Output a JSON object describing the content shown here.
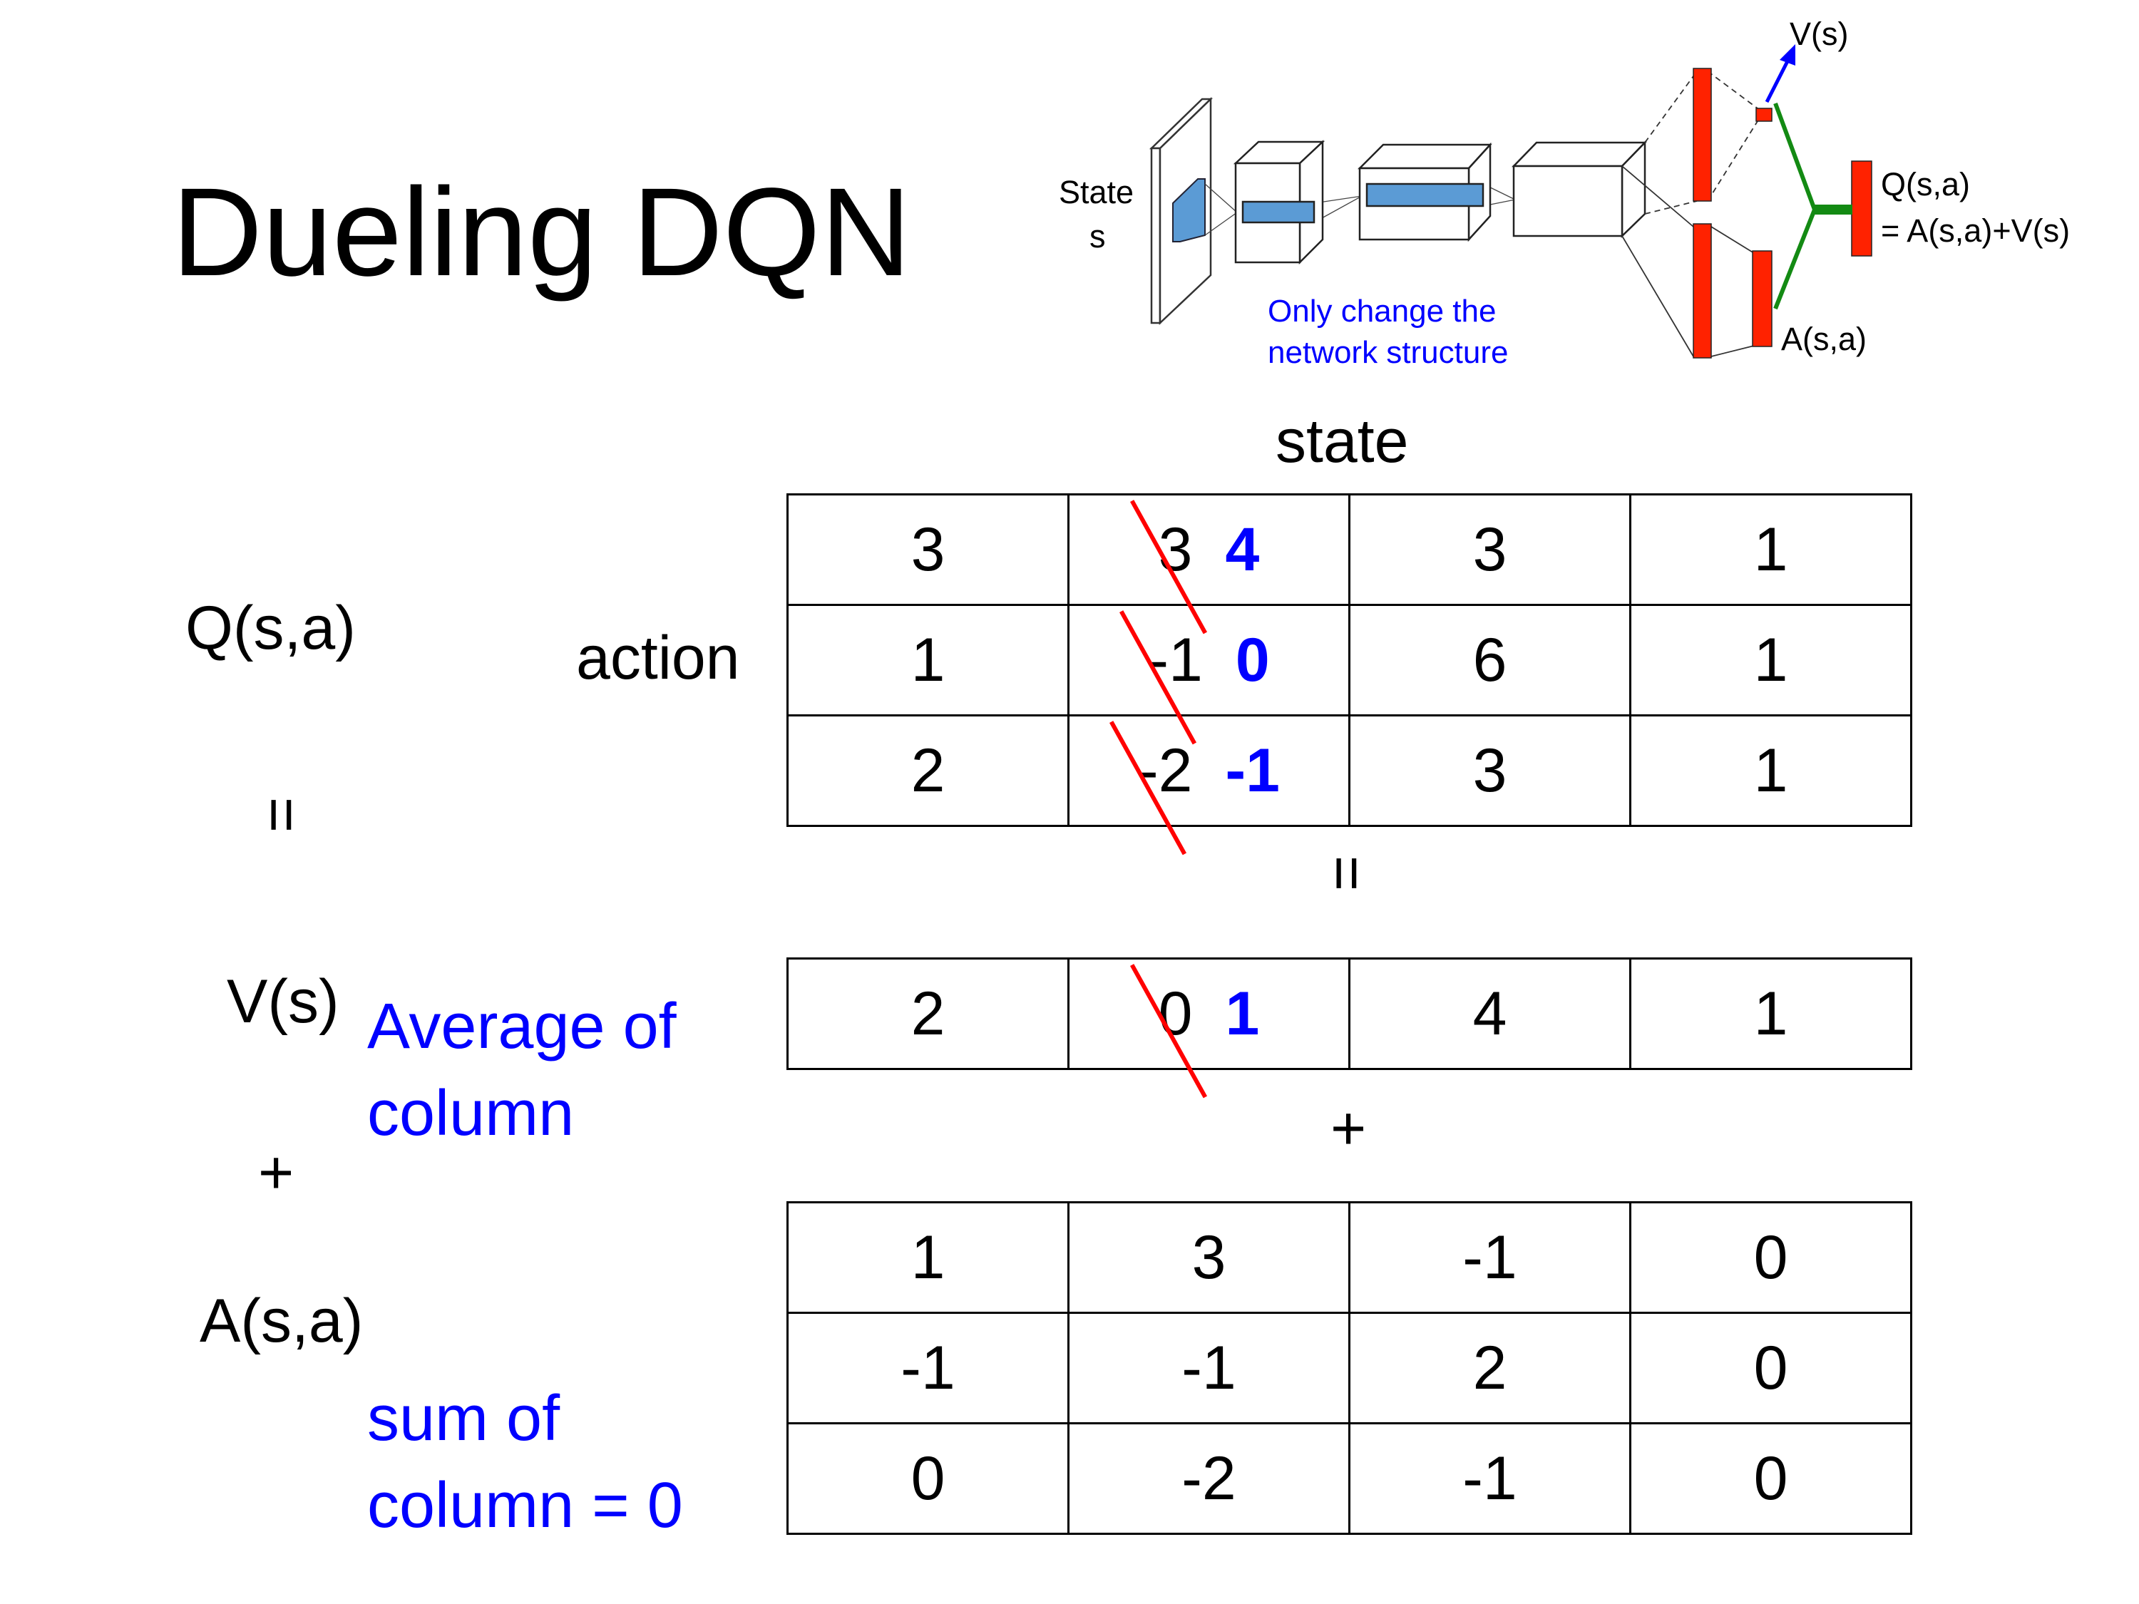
{
  "title": "Dueling DQN",
  "diagram": {
    "state_label": "State",
    "state_symbol": "s",
    "note_line1": "Only change the",
    "note_line2": "network structure",
    "v_label": "V(s)",
    "q_label": "Q(s,a)",
    "q_formula": "= A(s,a)+V(s)",
    "a_label": "A(s,a)",
    "colors": {
      "layer_blue": "#5b9bd5",
      "stream_red": "#ff2200",
      "value_arrow": "#0000ff",
      "aggregator_green": "#138a13"
    }
  },
  "labels": {
    "q": "Q(s,a)",
    "equals": "=",
    "v": "V(s)",
    "plus": "+",
    "a": "A(s,a)",
    "action": "action",
    "state": "state",
    "avg_line1": "Average of",
    "avg_line2": "column",
    "sum_line1": "sum of",
    "sum_line2": "column = 0",
    "mid_equals": "=",
    "mid_plus": "+"
  },
  "tables": {
    "q": [
      [
        {
          "v": "3"
        },
        {
          "old": "3",
          "new": "4"
        },
        {
          "v": "3"
        },
        {
          "v": "1"
        }
      ],
      [
        {
          "v": "1"
        },
        {
          "old": "-1",
          "new": "0"
        },
        {
          "v": "6"
        },
        {
          "v": "1"
        }
      ],
      [
        {
          "v": "2"
        },
        {
          "old": "-2",
          "new": "-1"
        },
        {
          "v": "3"
        },
        {
          "v": "1"
        }
      ]
    ],
    "v": [
      [
        {
          "v": "2"
        },
        {
          "old": "0",
          "new": "1"
        },
        {
          "v": "4"
        },
        {
          "v": "1"
        }
      ]
    ],
    "a": [
      [
        {
          "v": "1"
        },
        {
          "v": "3"
        },
        {
          "v": "-1"
        },
        {
          "v": "0"
        }
      ],
      [
        {
          "v": "-1"
        },
        {
          "v": "-1"
        },
        {
          "v": "2"
        },
        {
          "v": "0"
        }
      ],
      [
        {
          "v": "0"
        },
        {
          "v": "-2"
        },
        {
          "v": "-1"
        },
        {
          "v": "0"
        }
      ]
    ]
  }
}
